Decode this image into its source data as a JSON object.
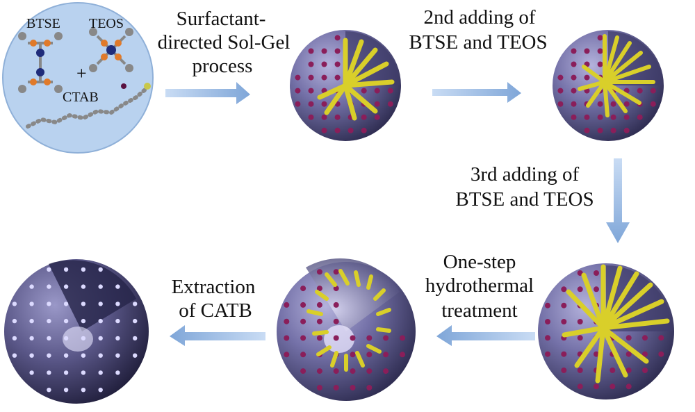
{
  "reagents": {
    "btse": "BTSE",
    "teos": "TEOS",
    "plus": "+",
    "ctab": "CTAB"
  },
  "steps": {
    "step1": [
      "Surfactant-",
      "directed Sol-Gel",
      "process"
    ],
    "step2": [
      "2nd adding of",
      "BTSE and TEOS"
    ],
    "step3": [
      "3rd adding of",
      "BTSE and TEOS"
    ],
    "step4": [
      "One-step",
      "hydrothermal",
      "treatment"
    ],
    "step5": [
      "Extraction",
      "of CATB"
    ]
  },
  "colors": {
    "sphere": "#6c6a9c",
    "pore_dot": "#8a1e5a",
    "rod": "#d9cf2a",
    "arrow": "#8fb3e0",
    "reagent_bg": "#b9d2ef"
  },
  "icons": {
    "sphere": "mesoporous-sphere-icon",
    "arrow": "process-arrow-icon"
  }
}
